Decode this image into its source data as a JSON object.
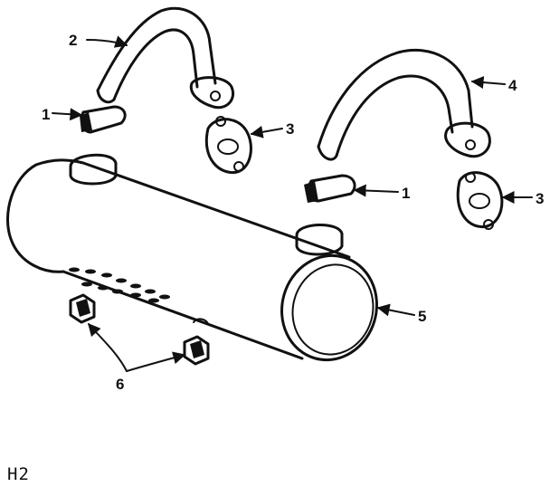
{
  "callouts": {
    "c1a": "1",
    "c2": "2",
    "c3a": "3",
    "c4": "4",
    "c1b": "1",
    "c3b": "3",
    "c5": "5",
    "c6": "6"
  },
  "caption": "H2",
  "colors": {
    "ink": "#111111",
    "paper": "#ffffff"
  }
}
